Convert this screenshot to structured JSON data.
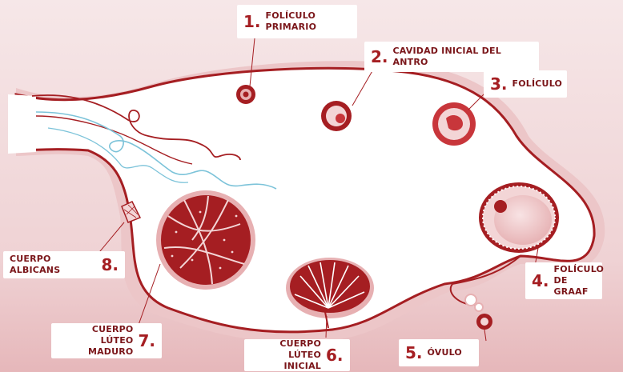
{
  "diagram": {
    "labels": [
      {
        "num": "1.",
        "text": "FOLÍCULO PRIMARIO"
      },
      {
        "num": "2.",
        "text": "CAVIDAD INICIAL DEL ANTRO"
      },
      {
        "num": "3.",
        "text": "FOLÍCULO"
      },
      {
        "num": "4.",
        "text": "FOLÍCULO DE GRAAF"
      },
      {
        "num": "5.",
        "text": "ÓVULO"
      },
      {
        "num": "6.",
        "text": "CUERPO LÚTEO INICIAL"
      },
      {
        "num": "7.",
        "text": "CUERPO LÚTEO MADURO"
      },
      {
        "num": "8.",
        "text": "CUERPO ALBICANS"
      }
    ],
    "colors": {
      "dark_red": "#a51e22",
      "mid_red": "#c8363b",
      "pink": "#e7b0b2",
      "light_pink": "#f3d5d6",
      "blue": "#7cc3d9",
      "white": "#ffffff"
    }
  }
}
